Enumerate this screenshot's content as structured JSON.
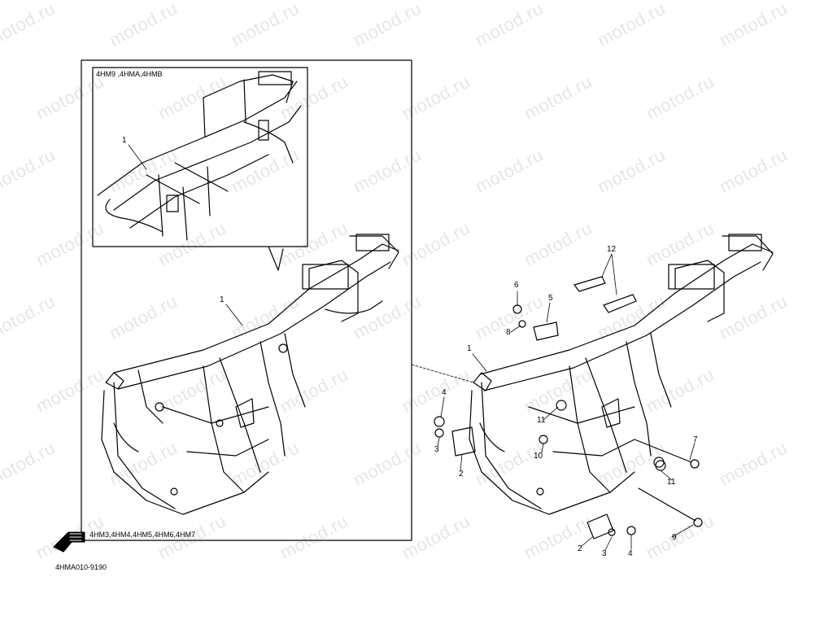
{
  "watermark": "motod.ru",
  "inset_label": "4HM9 ,4HMA,4HMB",
  "main_label": "4HM3,4HM4,4HM5,4HM6,4HM7",
  "figure_code": "4HMA010-9190",
  "callouts": {
    "c1a": "1",
    "c1b": "1",
    "c1c": "1",
    "c2a": "2",
    "c2b": "2",
    "c3a": "3",
    "c3b": "3",
    "c4a": "4",
    "c4b": "4",
    "c5": "5",
    "c6": "6",
    "c7": "7",
    "c8": "8",
    "c9": "9",
    "c10": "10",
    "c11a": "11",
    "c11b": "11",
    "c12": "12"
  }
}
